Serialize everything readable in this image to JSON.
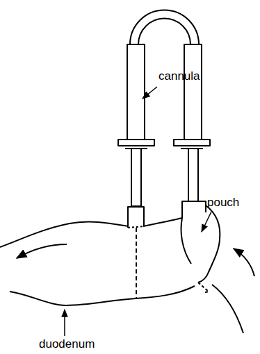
{
  "diagram": {
    "labels": [
      "cannula",
      "pouch",
      "duodenum"
    ]
  }
}
